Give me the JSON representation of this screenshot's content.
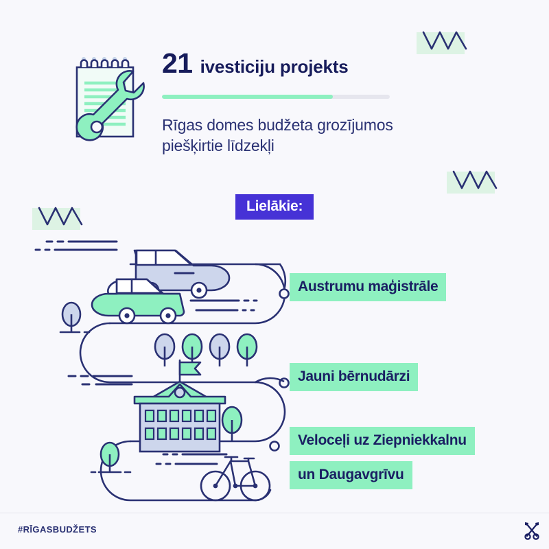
{
  "page": {
    "background_color": "#f8f8fc",
    "navy": "#1a1f63",
    "mint": "#8ef0c0",
    "pale_mint": "#ddf3e4",
    "purple": "#4632d6",
    "lavender": "#b9c4e8"
  },
  "header": {
    "icon_name": "notepad-wrench-icon",
    "title_number": "21",
    "title_words": "ivesticiju projekts",
    "subtitle": "Rīgas domes budžeta grozījumos\npiešķirtie līdzekļi",
    "progress": {
      "percent": 75,
      "fill_color": "#8ef0c0",
      "track_color": "#e6e6ee"
    }
  },
  "badge": {
    "label": "Lielākie:",
    "background_color": "#4632d6",
    "text_color": "#ffffff"
  },
  "projects": [
    {
      "id": "austrumu-magistrale",
      "label": "Austrumu maģistrāle",
      "illustration": "car-with-speed-lines",
      "decor": "row-of-four-trees"
    },
    {
      "id": "jauni-bernudarzi",
      "label": "Jauni bērnudārzi",
      "illustration": "kindergarten-building-with-flag",
      "decor": "single-tree"
    },
    {
      "id": "veloceli",
      "label_line_1": "Veloceļi uz Ziepniekkalnu",
      "label_line_2": "un Daugavgrīvu",
      "illustration": "bicycle-with-speed-lines",
      "decor": "single-tree"
    }
  ],
  "decorations": {
    "zigzags": [
      {
        "name": "zigzag-top-right"
      },
      {
        "name": "zigzag-mid-right"
      },
      {
        "name": "zigzag-mid-left"
      }
    ]
  },
  "footer": {
    "hashtag": "#RĪGASBUDŽETS",
    "logo_name": "riga-crossed-keys-logo"
  }
}
